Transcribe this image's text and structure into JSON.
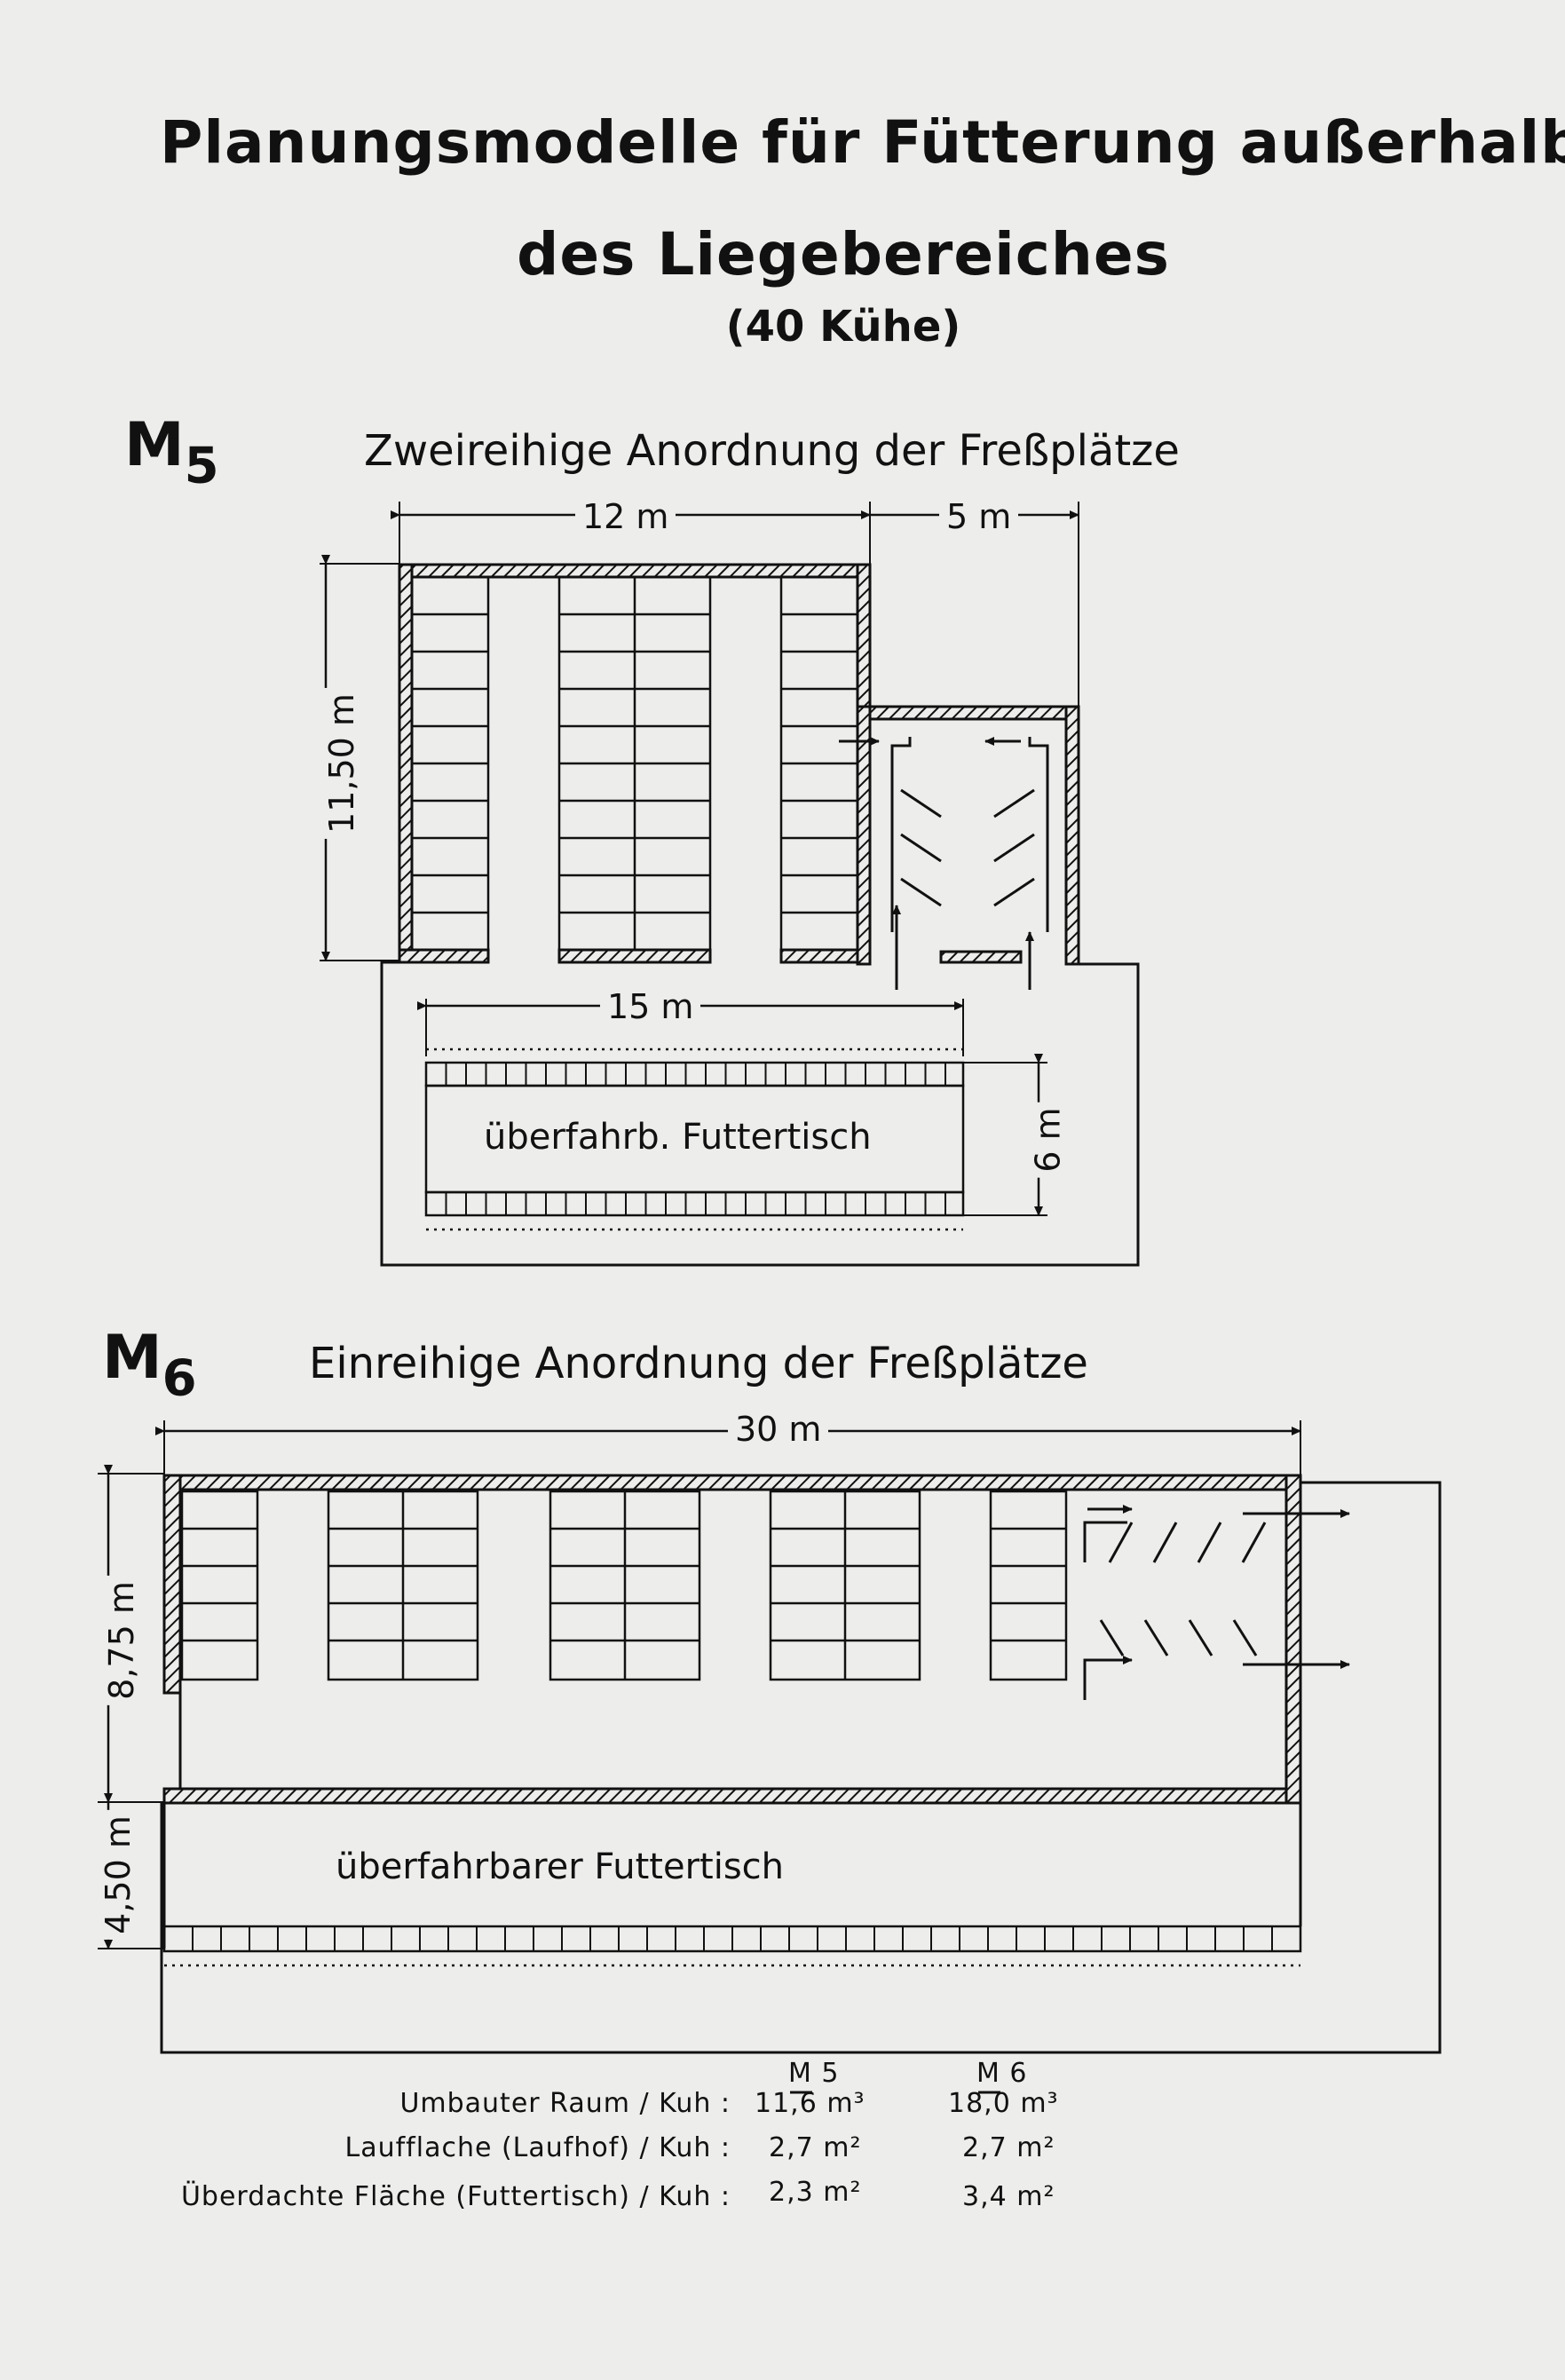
{
  "title": {
    "line1": "Planungsmodelle für Fütterung außerhalb",
    "line2": "des Liegebereiches",
    "line3": "(40 Kühe)"
  },
  "m5": {
    "id_letter": "M",
    "id_number": "5",
    "heading": "Zweireihige Anordnung der Freßplätze",
    "dim_width": "12 m",
    "dim_annex": "5 m",
    "dim_height": "11,50 m",
    "dim_table_length": "15 m",
    "dim_table_width": "6 m",
    "table_label": "überfahrb. Futtertisch"
  },
  "m6": {
    "id_letter": "M",
    "id_number": "6",
    "heading": "Einreihige Anordnung der Freßplätze",
    "dim_width": "30 m",
    "dim_height": "8,75 m",
    "dim_table_width": "4,50 m",
    "table_label": "überfahrbarer Futtertisch"
  },
  "comparison": {
    "header_m5": "M 5",
    "header_m6": "M 6",
    "rows": [
      {
        "label": "Umbauter Raum / Kuh :",
        "m5": "11,6 m³",
        "m6": "18,0 m³"
      },
      {
        "label": "Laufflache (Laufhof) / Kuh :",
        "m5": "2,7 m²",
        "m6": "2,7 m²"
      },
      {
        "label": "Überdachte Fläche (Futtertisch) / Kuh :",
        "m5": "2,3 m²",
        "m6": "3,4 m²"
      }
    ]
  }
}
